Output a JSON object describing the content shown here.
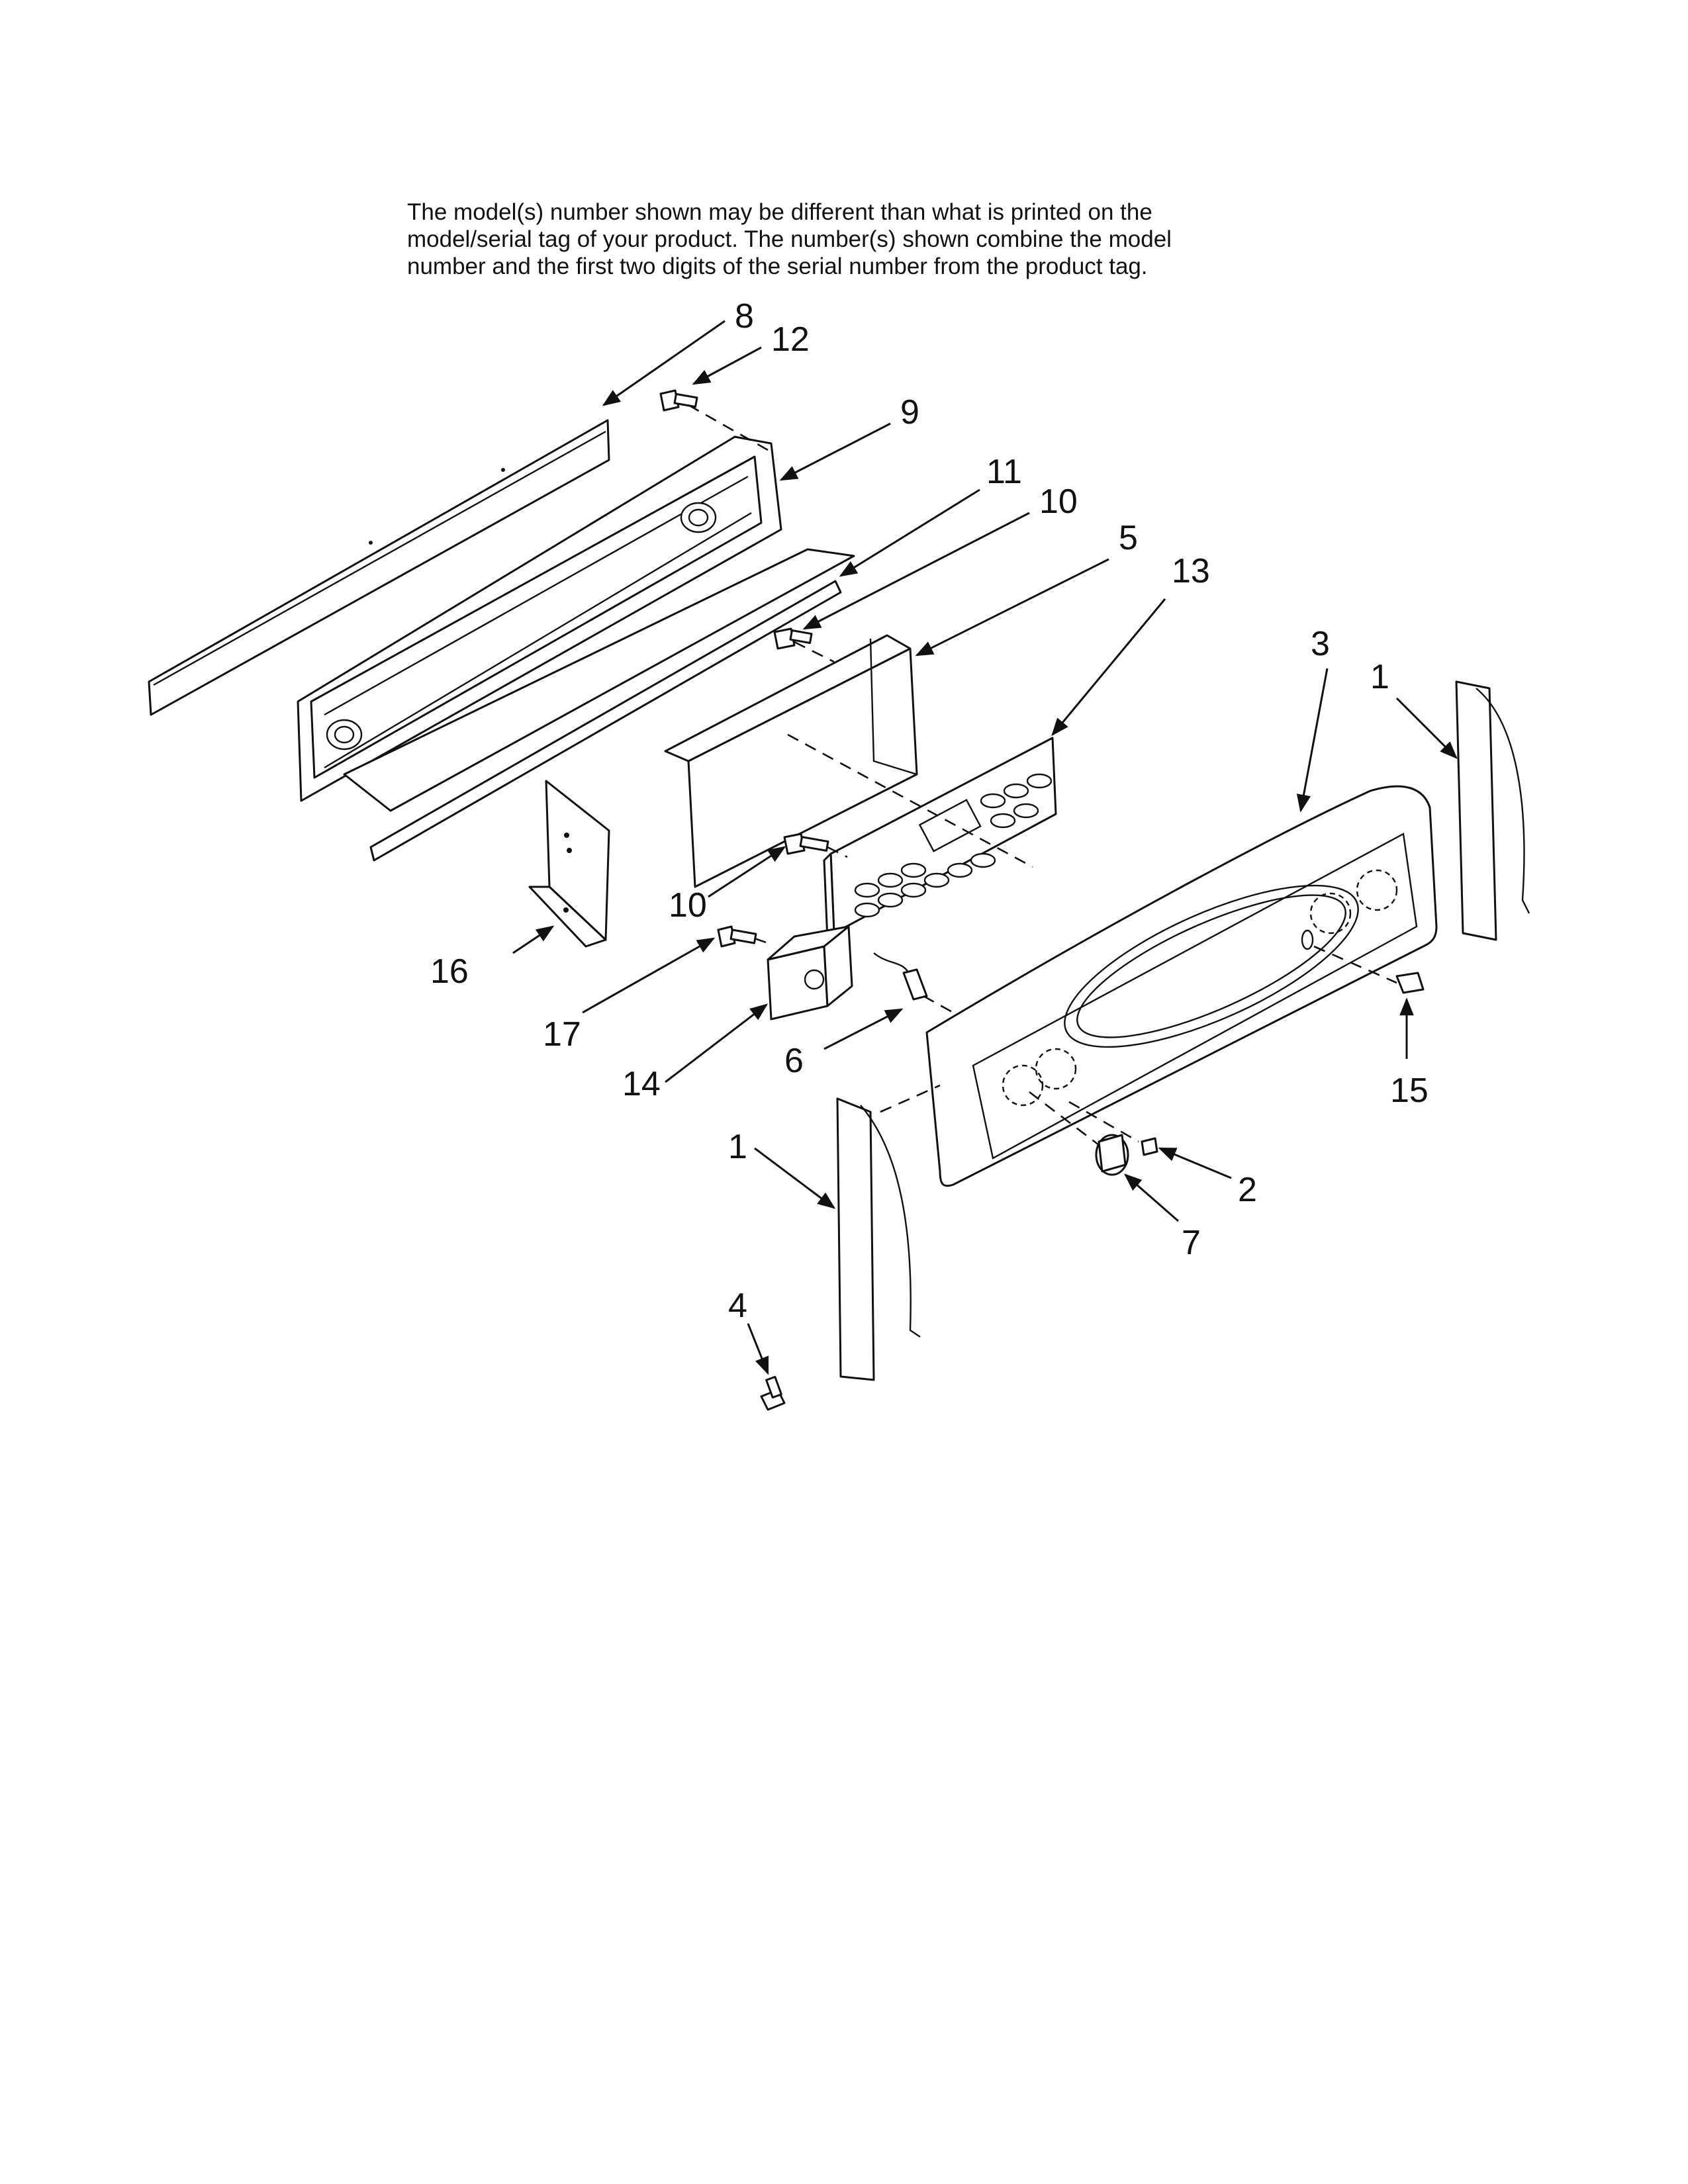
{
  "note": {
    "lines": [
      "The model(s) number shown may be different than what is printed on the",
      "model/serial tag of your product. The number(s) shown combine the model",
      "number and the first two digits of the serial number from the product tag."
    ]
  },
  "callouts": {
    "c8": "8",
    "c12": "12",
    "c9": "9",
    "c11": "11",
    "c10a": "10",
    "c5": "5",
    "c13": "13",
    "c3": "3",
    "c1a": "1",
    "c10b": "10",
    "c16": "16",
    "c17": "17",
    "c14": "14",
    "c6": "6",
    "c15": "15",
    "c1b": "1",
    "c2": "2",
    "c7": "7",
    "c4": "4"
  }
}
